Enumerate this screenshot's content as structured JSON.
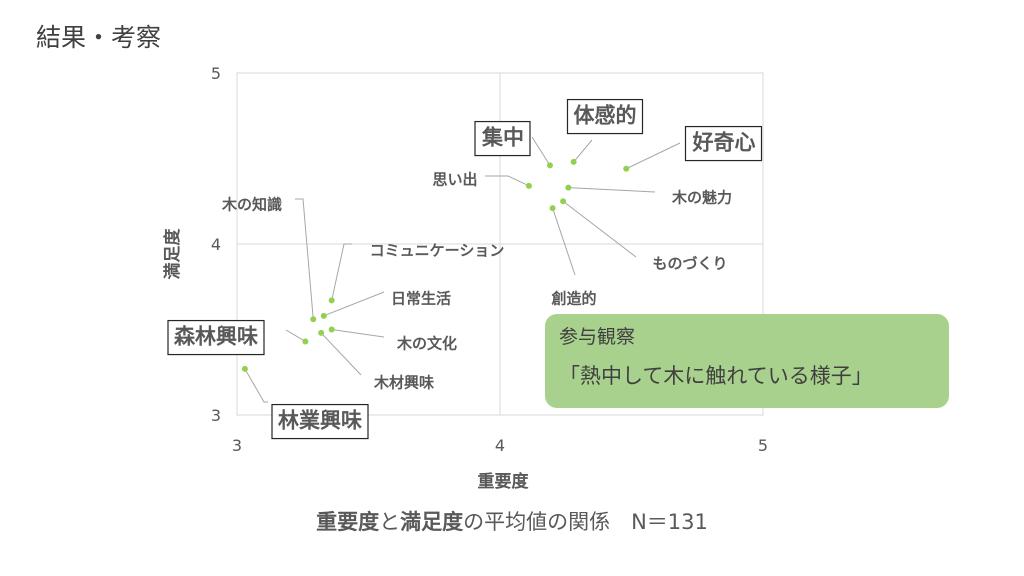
{
  "slide": {
    "title": "結果・考察"
  },
  "note_box": {
    "title": "参与観察",
    "body": "「熱中して木に触れている様子」"
  },
  "caption": {
    "part1_bold": "重要度",
    "part2": "と",
    "part3_bold": "満足度",
    "part4": "の平均値の関係　N＝131"
  },
  "colors": {
    "point": "#92d050",
    "grid": "#d9d9d9",
    "leader": "#a6a6a6",
    "note_bg": "#a9d18e",
    "text": "#595959"
  },
  "chart_data": {
    "type": "scatter",
    "xlabel": "重要度",
    "ylabel": "満足度",
    "xlim": [
      3,
      5
    ],
    "ylim": [
      3,
      5
    ],
    "xticks": [
      "3",
      "4",
      "5"
    ],
    "yticks": [
      "3",
      "4",
      "5"
    ],
    "grid": true,
    "points": [
      {
        "label": "集中",
        "x": 4.19,
        "y": 4.46,
        "boxed": true,
        "size": "large"
      },
      {
        "label": "体感的",
        "x": 4.28,
        "y": 4.48,
        "boxed": true,
        "size": "large"
      },
      {
        "label": "好奇心",
        "x": 4.48,
        "y": 4.44,
        "boxed": true,
        "size": "large"
      },
      {
        "label": "思い出",
        "x": 4.11,
        "y": 4.34,
        "boxed": false,
        "size": "medium"
      },
      {
        "label": "木の魅力",
        "x": 4.26,
        "y": 4.33,
        "boxed": false,
        "size": "medium"
      },
      {
        "label": "ものづくり",
        "x": 4.24,
        "y": 4.25,
        "boxed": false,
        "size": "medium"
      },
      {
        "label": "創造的",
        "x": 4.2,
        "y": 4.21,
        "boxed": false,
        "size": "medium"
      },
      {
        "label": "木の知識",
        "x": 3.29,
        "y": 3.56,
        "boxed": false,
        "size": "medium"
      },
      {
        "label": "コミュニケーション",
        "x": 3.36,
        "y": 3.67,
        "boxed": false,
        "size": "medium"
      },
      {
        "label": "日常生活",
        "x": 3.33,
        "y": 3.58,
        "boxed": false,
        "size": "medium"
      },
      {
        "label": "木の文化",
        "x": 3.36,
        "y": 3.5,
        "boxed": false,
        "size": "medium"
      },
      {
        "label": "木材興味",
        "x": 3.32,
        "y": 3.48,
        "boxed": false,
        "size": "medium"
      },
      {
        "label": "森林興味",
        "x": 3.26,
        "y": 3.43,
        "boxed": true,
        "size": "large"
      },
      {
        "label": "林業興味",
        "x": 3.03,
        "y": 3.27,
        "boxed": true,
        "size": "large"
      }
    ]
  }
}
